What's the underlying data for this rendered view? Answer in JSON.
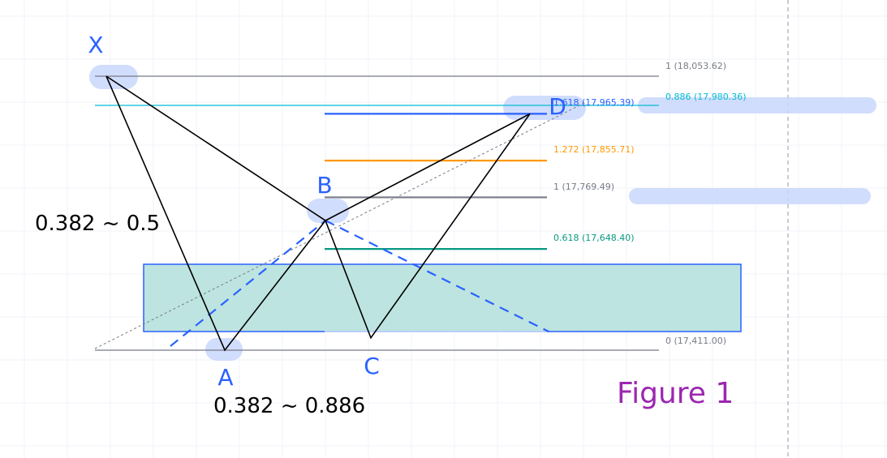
{
  "chart_data": {
    "type": "line",
    "title": "",
    "pattern_points": [
      {
        "label": "X",
        "price": 18053.62
      },
      {
        "label": "A",
        "price": 17411.0
      },
      {
        "label": "B",
        "price": 17715.0
      },
      {
        "label": "C",
        "price": 17440.0
      },
      {
        "label": "D",
        "price": 17965.39
      }
    ],
    "fib_levels": [
      {
        "level": "1",
        "price": 18053.62,
        "text": "1 (18,053.62)",
        "color": "#787b86"
      },
      {
        "level": "0.886",
        "price": 17980.36,
        "text": "0.886 (17,980.36)",
        "color": "#00bcd4"
      },
      {
        "level": "1.618",
        "price": 17965.39,
        "text": "1.618 (17,965.39)",
        "color": "#2962ff"
      },
      {
        "level": "1.272",
        "price": 17855.71,
        "text": "1.272 (17,855.71)",
        "color": "#ff9800"
      },
      {
        "level": "1",
        "price": 17769.49,
        "text": "1 (17,769.49)",
        "color": "#787b86"
      },
      {
        "level": "0.618",
        "price": 17648.4,
        "text": "0.618 (17,648.40)",
        "color": "#089981"
      },
      {
        "level": "0",
        "price": 17411.0,
        "text": "0 (17,411.00)",
        "color": "#787b86"
      }
    ],
    "ratios": {
      "xab": "0.382 ~ 0.5",
      "abc": "0.382 ~ 0.886"
    },
    "figure_label": "Figure 1",
    "colors": {
      "pattern_line": "#000000",
      "point_label": "#2962ff",
      "dashed": "#2962ff",
      "zone_fill": "#b2dfdb",
      "zone_border": "#2962ff",
      "highlight": "#c9d7fb",
      "figure_text": "#9c27b0",
      "grid": "#f0f3fa"
    }
  }
}
